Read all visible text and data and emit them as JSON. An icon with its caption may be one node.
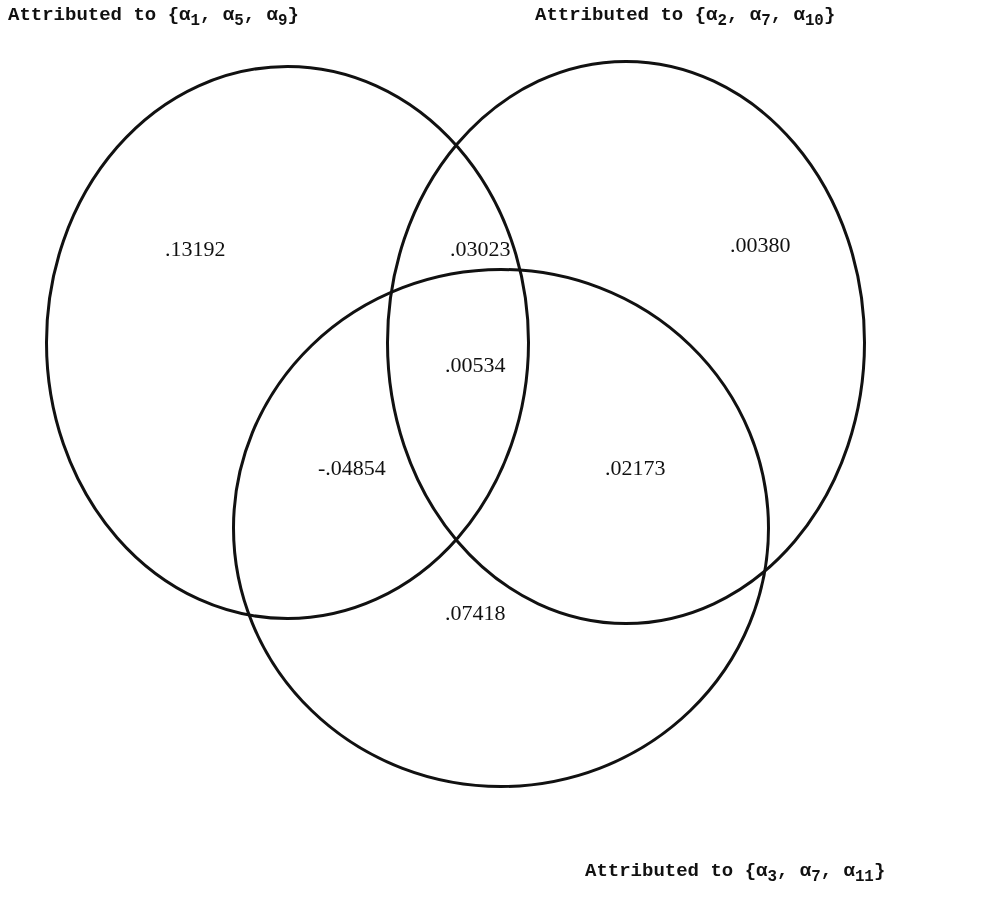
{
  "diagram": {
    "nodes": [
      {
        "text": [],
        "shape": "circle"
      },
      {
        "text": [],
        "shape": "circle"
      },
      {
        "text": [],
        "shape": "circle"
      }
    ],
    "labels": [
      "Attributed to {α$_{1}$, α$_{5}$, α$_{9}$}",
      "Attributed to {α$_{2}$, α$_{7}$, α$_{10}$}",
      ".13192",
      ".03023",
      ".00380",
      ".00534",
      "-.04854",
      ".02173",
      ".07418",
      "Attributed to {α$_{3}$, α$_{7}$, α$_{11}$}"
    ]
  }
}
